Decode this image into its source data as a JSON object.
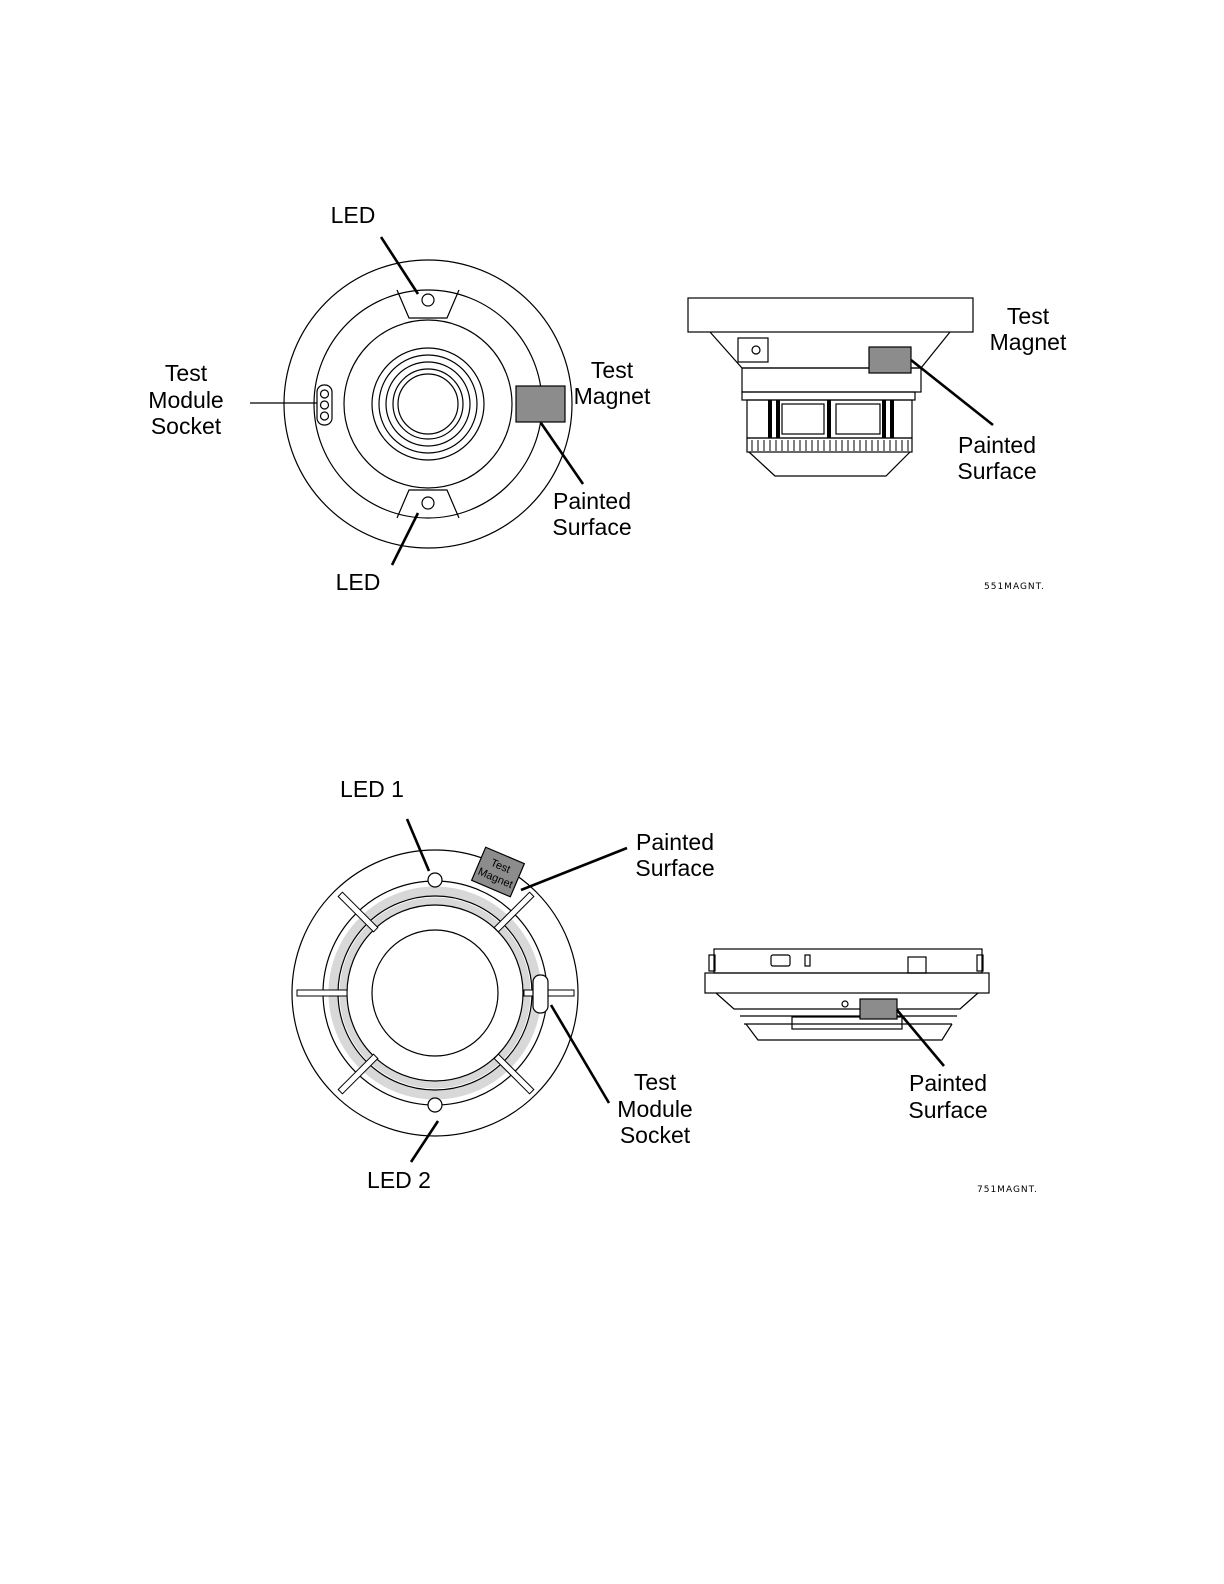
{
  "figure1": {
    "labels": {
      "led_top": "LED",
      "led_bottom": "LED",
      "test_module_socket": [
        "Test",
        "Module",
        "Socket"
      ],
      "test_magnet_front": [
        "Test",
        "Magnet"
      ],
      "painted_surface_front": [
        "Painted",
        "Surface"
      ],
      "test_magnet_side": [
        "Test",
        "Magnet"
      ],
      "painted_surface_side": [
        "Painted",
        "Surface"
      ]
    },
    "code": "551MAGNT."
  },
  "figure2": {
    "labels": {
      "led_1": "LED 1",
      "led_2": "LED 2",
      "painted_surface_top": [
        "Painted",
        "Surface"
      ],
      "test_module_socket": [
        "Test",
        "Module",
        "Socket"
      ],
      "painted_surface_side": [
        "Painted",
        "Surface"
      ],
      "magnet_text": [
        "Test",
        "Magnet"
      ]
    },
    "code": "751MAGNT."
  },
  "colors": {
    "line": "#000000",
    "magnet": "#8c8c8c",
    "ring": "#d8d8d8"
  }
}
